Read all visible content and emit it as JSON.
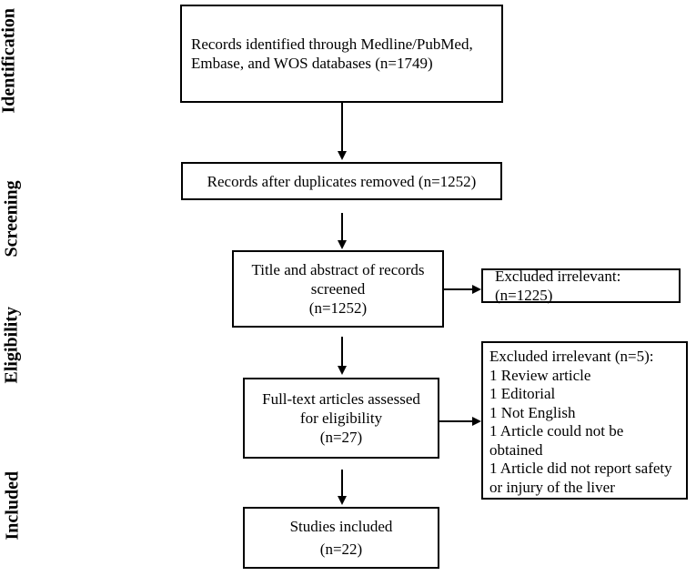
{
  "stages": {
    "identification": "Identification",
    "screening": "Screening",
    "eligibility": "Eligibility",
    "included": "Included"
  },
  "boxes": {
    "records_identified": [
      "Records identified through Medline/PubMed,",
      "Embase, and WOS databases (n=1749)"
    ],
    "duplicates_removed": "Records after duplicates removed (n=1252)",
    "title_abstract": [
      "Title and abstract of records",
      "screened",
      "(n=1252)"
    ],
    "excluded_1": "Excluded irrelevant: (n=1225)",
    "full_text": [
      "Full-text articles assessed",
      "for eligibility",
      "(n=27)"
    ],
    "excluded_2": [
      "Excluded irrelevant (n=5):",
      "1 Review article",
      "1 Editorial",
      "1 Not English",
      "1 Article could not be",
      "obtained",
      "1 Article did not report safety",
      "or injury of the liver"
    ],
    "included": [
      "Studies included",
      "(n=22)"
    ]
  }
}
